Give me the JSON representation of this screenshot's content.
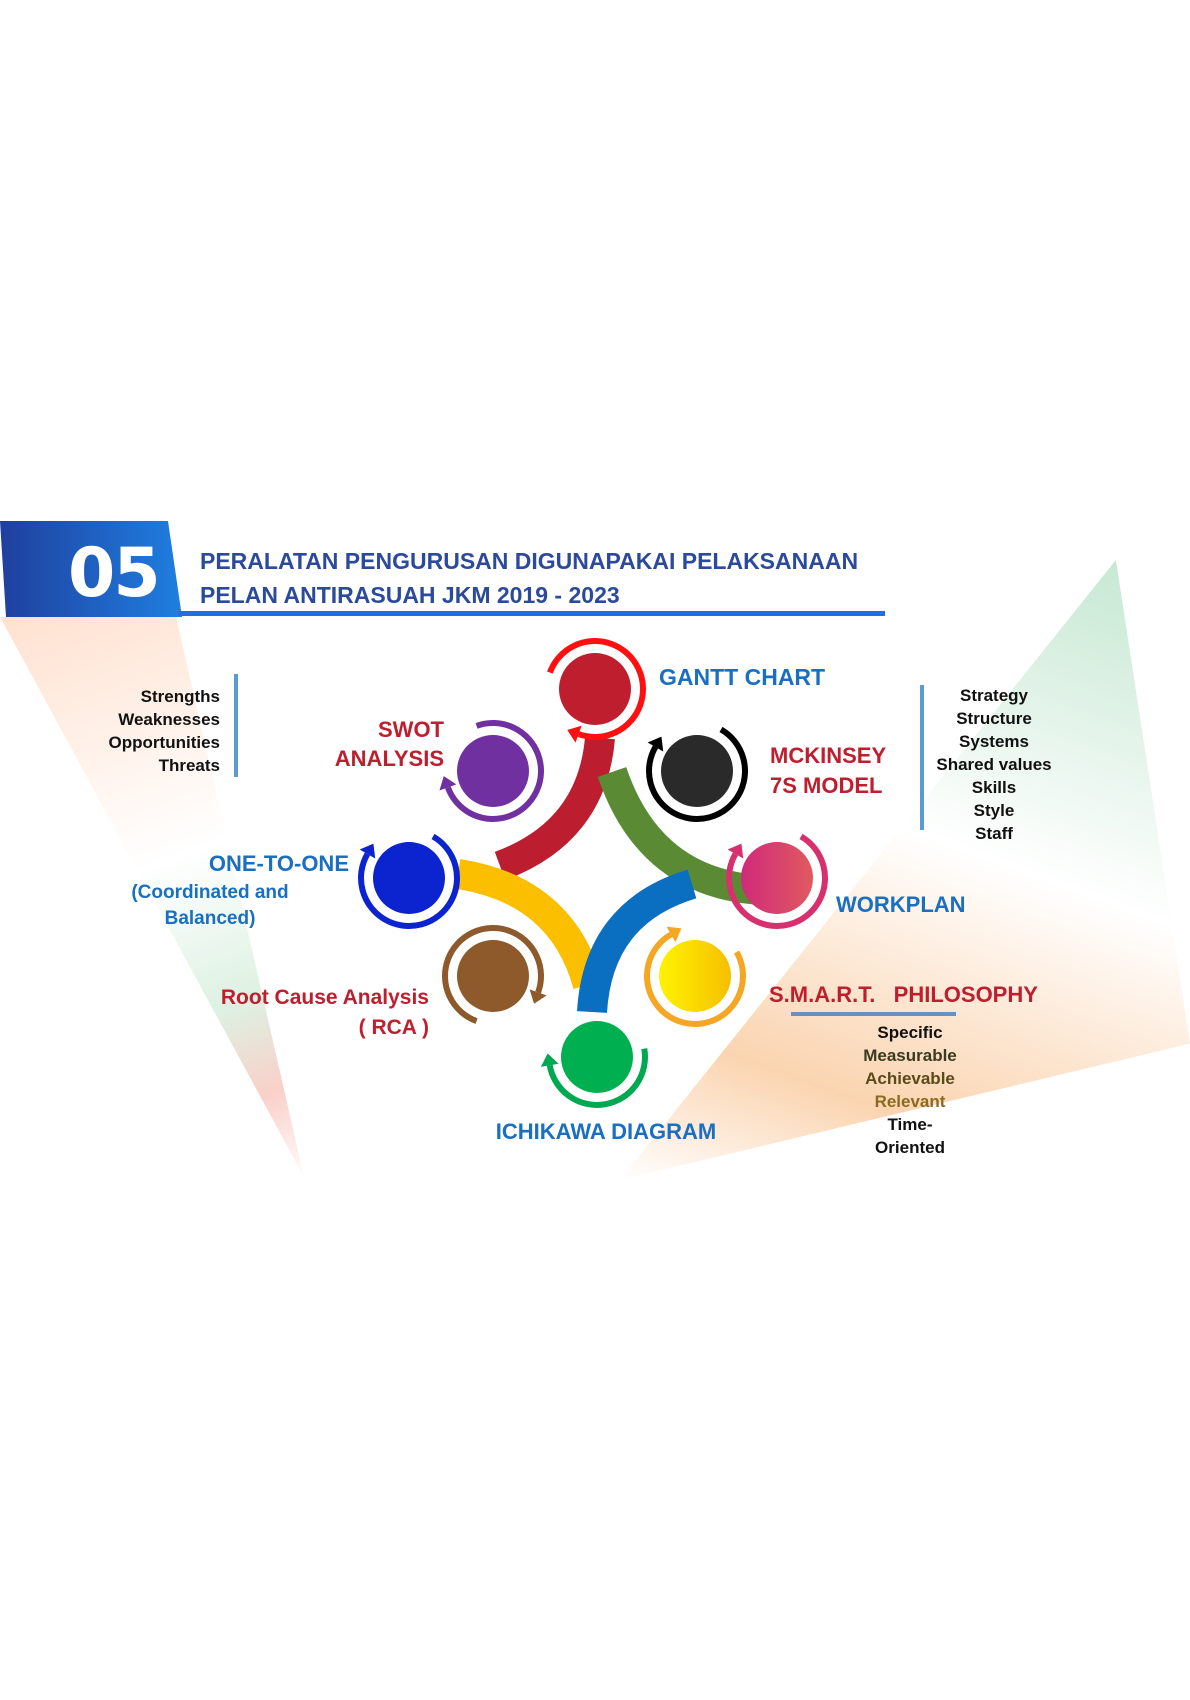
{
  "header": {
    "number": "05",
    "title_line1": "PERALATAN PENGURUSAN DIGUNAPAKAI PELAKSANAAN",
    "title_line2": "PELAN ANTIRASUAH JKM 2019 - 2023"
  },
  "tools": {
    "gantt": {
      "label": "GANTT CHART",
      "color": "#be1e2d",
      "ring": "#ff1010"
    },
    "swot": {
      "line1": "SWOT",
      "line2": "ANALYSIS",
      "color": "#7030a0",
      "ring": "#7030a0",
      "items": [
        "Strengths",
        "Weaknesses",
        "Opportunities",
        "Threats"
      ]
    },
    "mckinsey": {
      "line1": "MCKINSEY",
      "line2": "7S MODEL",
      "color": "#2a2a2a",
      "ring": "#000000",
      "items": [
        "Strategy",
        "Structure",
        "Systems",
        "Shared values",
        "Skills",
        "Style",
        "Staff"
      ]
    },
    "one_to_one": {
      "line1": "ONE-TO-ONE",
      "line2": "(Coordinated and",
      "line3": "Balanced)",
      "color": "#0c24d0",
      "ring": "#0c24d0"
    },
    "workplan": {
      "label": "WORKPLAN",
      "color": "#d42a78",
      "ring": "#d8306e"
    },
    "rca": {
      "line1": "Root Cause Analysis",
      "line2": "( RCA )",
      "color": "#8e5a2c",
      "ring": "#8e5a2c"
    },
    "smart": {
      "label": "S.M.A.R.T.   PHILOSOPHY",
      "color": "#ffe600",
      "ring": "#f5a623",
      "items": [
        "Specific",
        "Measurable",
        "Achievable",
        "Relevant",
        "Time-",
        "Oriented"
      ]
    },
    "ichikawa": {
      "label": "ICHIKAWA DIAGRAM",
      "color": "#00b050",
      "ring": "#00a84f"
    }
  }
}
